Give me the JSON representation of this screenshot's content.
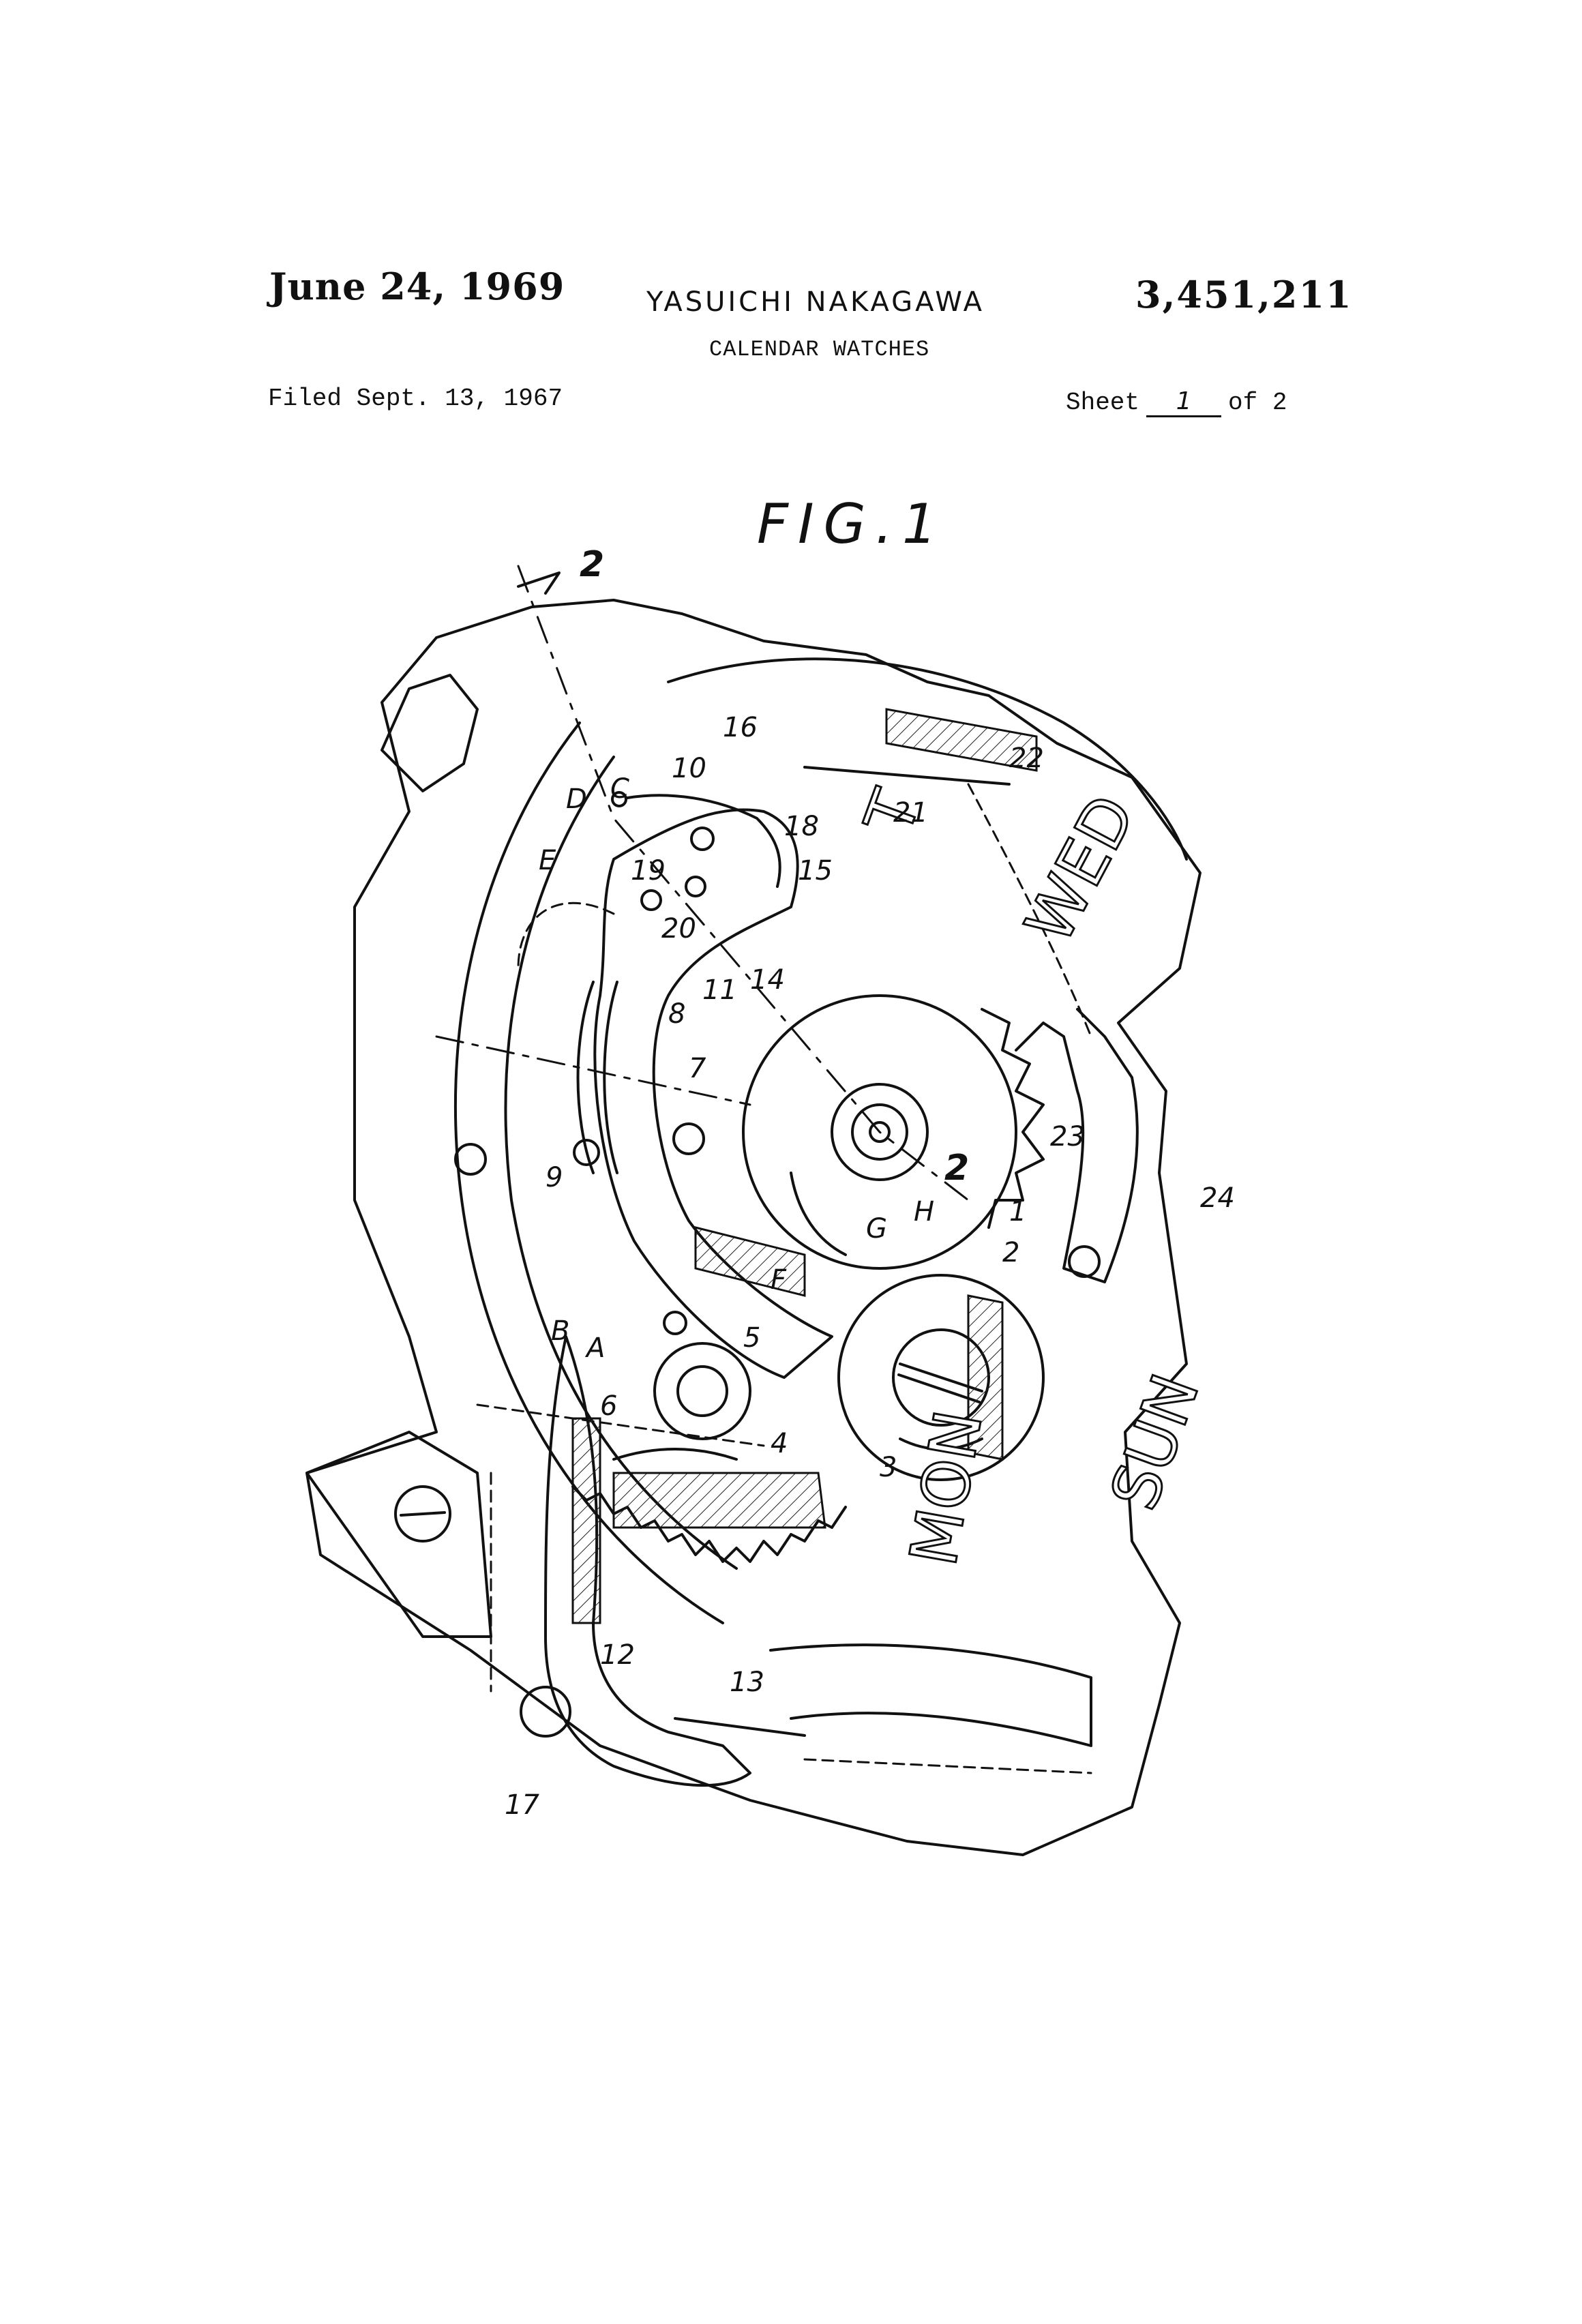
{
  "header": {
    "date": "June 24, 1969",
    "inventor": "YASUICHI NAKAGAWA",
    "patent_number": "3,451,211",
    "title": "CALENDAR WATCHES",
    "filed": "Filed Sept. 13, 1967",
    "sheet_prefix": "Sheet",
    "sheet_number": "1",
    "sheet_suffix": "of 2"
  },
  "figure": {
    "label": "FIG.1",
    "section_marks": [
      "2",
      "2"
    ],
    "reference_numerals": [
      "1",
      "2",
      "3",
      "4",
      "5",
      "6",
      "7",
      "8",
      "9",
      "10",
      "11",
      "12",
      "13",
      "14",
      "15",
      "16",
      "17",
      "18",
      "19",
      "20",
      "21",
      "22",
      "23",
      "24"
    ],
    "point_letters": [
      "A",
      "B",
      "C",
      "D",
      "E",
      "F",
      "G",
      "H"
    ],
    "dial_words": [
      "WED",
      "T",
      "MON",
      "SUN"
    ]
  }
}
